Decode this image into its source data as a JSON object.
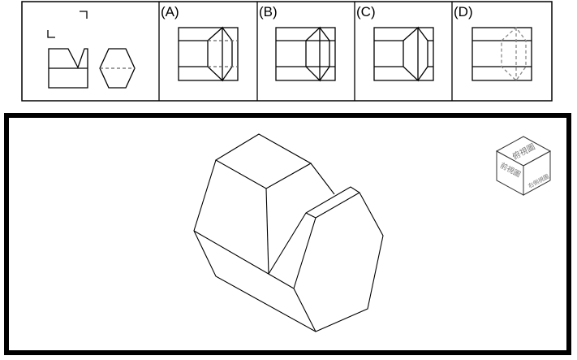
{
  "options": [
    "(A)",
    "(B)",
    "(C)",
    "(D)"
  ],
  "view_cube": {
    "top": "俯視圖",
    "front": "前視圖",
    "right": "右側視圖"
  }
}
